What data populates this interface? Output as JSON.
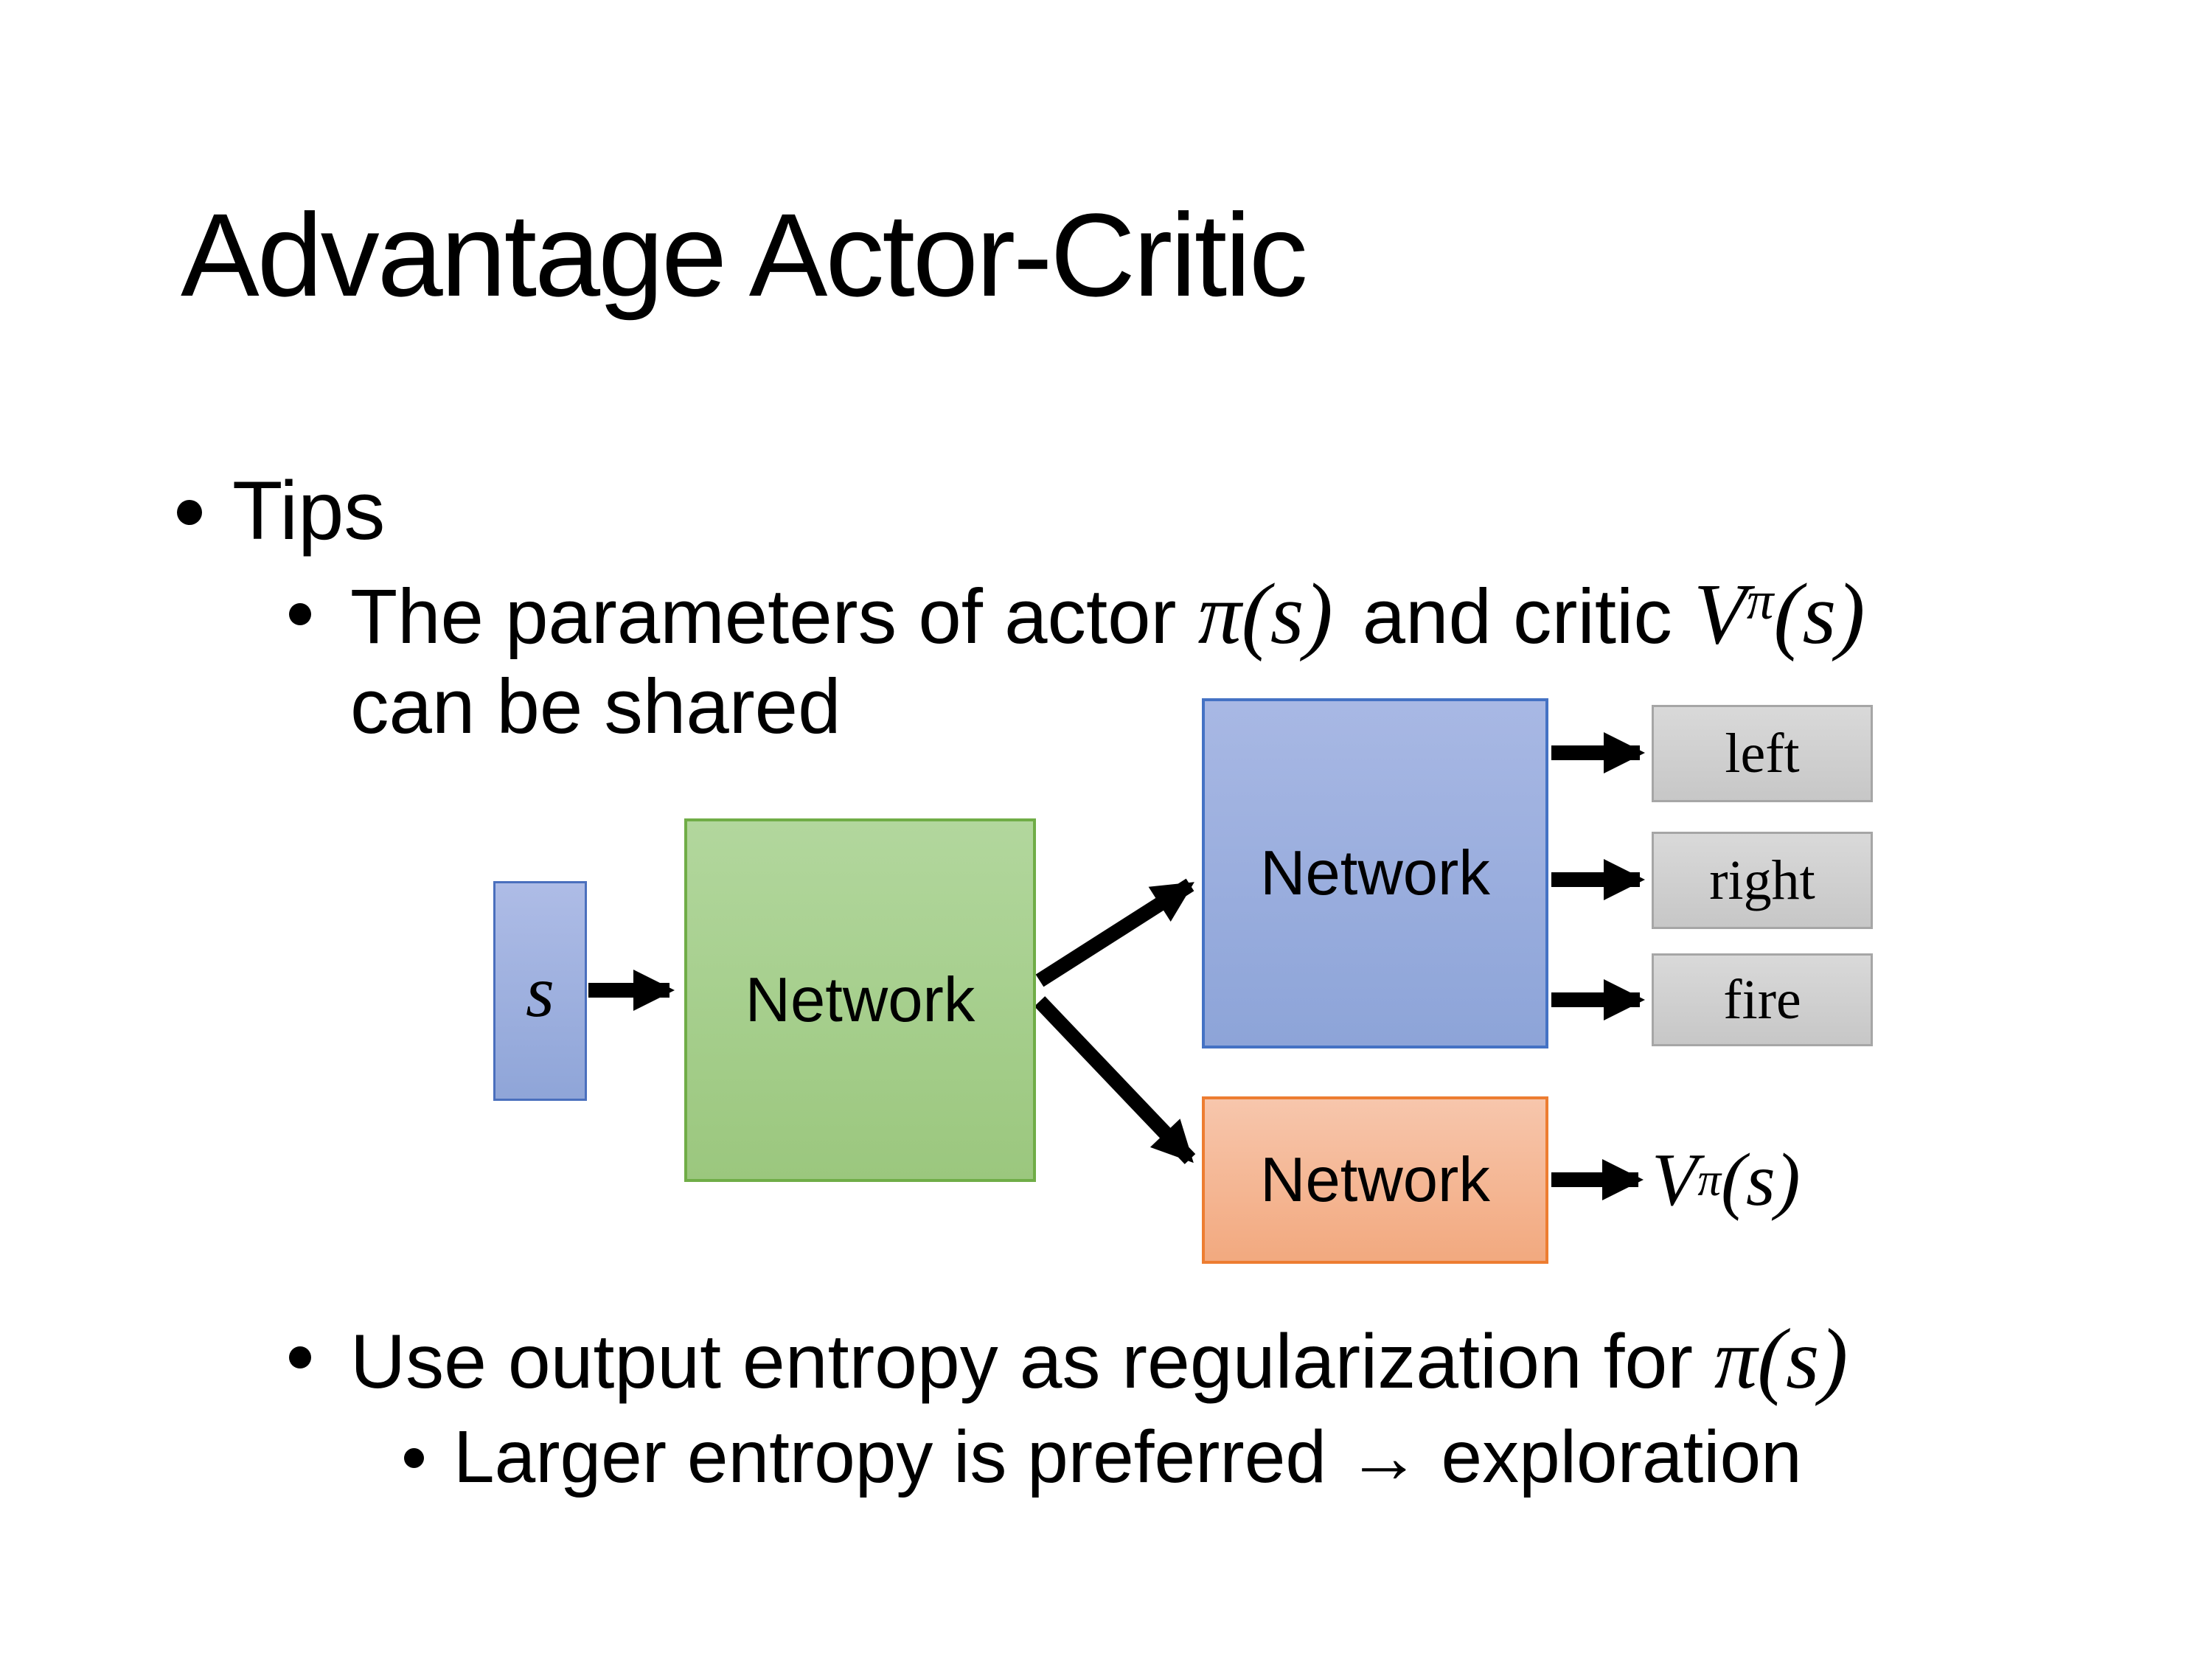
{
  "slide": {
    "title": "Advantage Actor-Critic",
    "bullet_tips": "Tips",
    "bullet_params": {
      "pre": "The parameters of actor ",
      "actor_math": "π(s)",
      "mid": "and critic ",
      "critic_base": "V",
      "critic_sup": "π",
      "critic_args": "(s)",
      "line2": "can be shared"
    },
    "bullet_entropy": {
      "pre": "Use output entropy as regularization for ",
      "math": "π(s)"
    },
    "bullet_exploration": "Larger entropy is preferred → exploration"
  },
  "diagram": {
    "state_label": "s",
    "shared_network_label": "Network",
    "actor_network_label": "Network",
    "critic_network_label": "Network",
    "action_labels": [
      "left",
      "right",
      "fire"
    ],
    "value_output": {
      "base": "V",
      "sup": "π",
      "args": "(s)"
    },
    "colors": {
      "state_fill_top": "#aebce6",
      "state_fill_bottom": "#8fa5d8",
      "state_border": "#4a6fbd",
      "shared_fill_top": "#b2d79d",
      "shared_fill_bottom": "#9bc77e",
      "shared_border": "#70ad47",
      "actor_fill_top": "#a8b8e4",
      "actor_fill_bottom": "#8da4d8",
      "actor_border": "#4472c4",
      "critic_fill_top": "#f7c6ac",
      "critic_fill_bottom": "#f2a97f",
      "critic_border": "#ed7d31",
      "action_fill_top": "#d9d9d9",
      "action_fill_bottom": "#c7c7c7",
      "action_border": "#a6a6a6",
      "arrow": "#000000",
      "text": "#000000"
    }
  }
}
